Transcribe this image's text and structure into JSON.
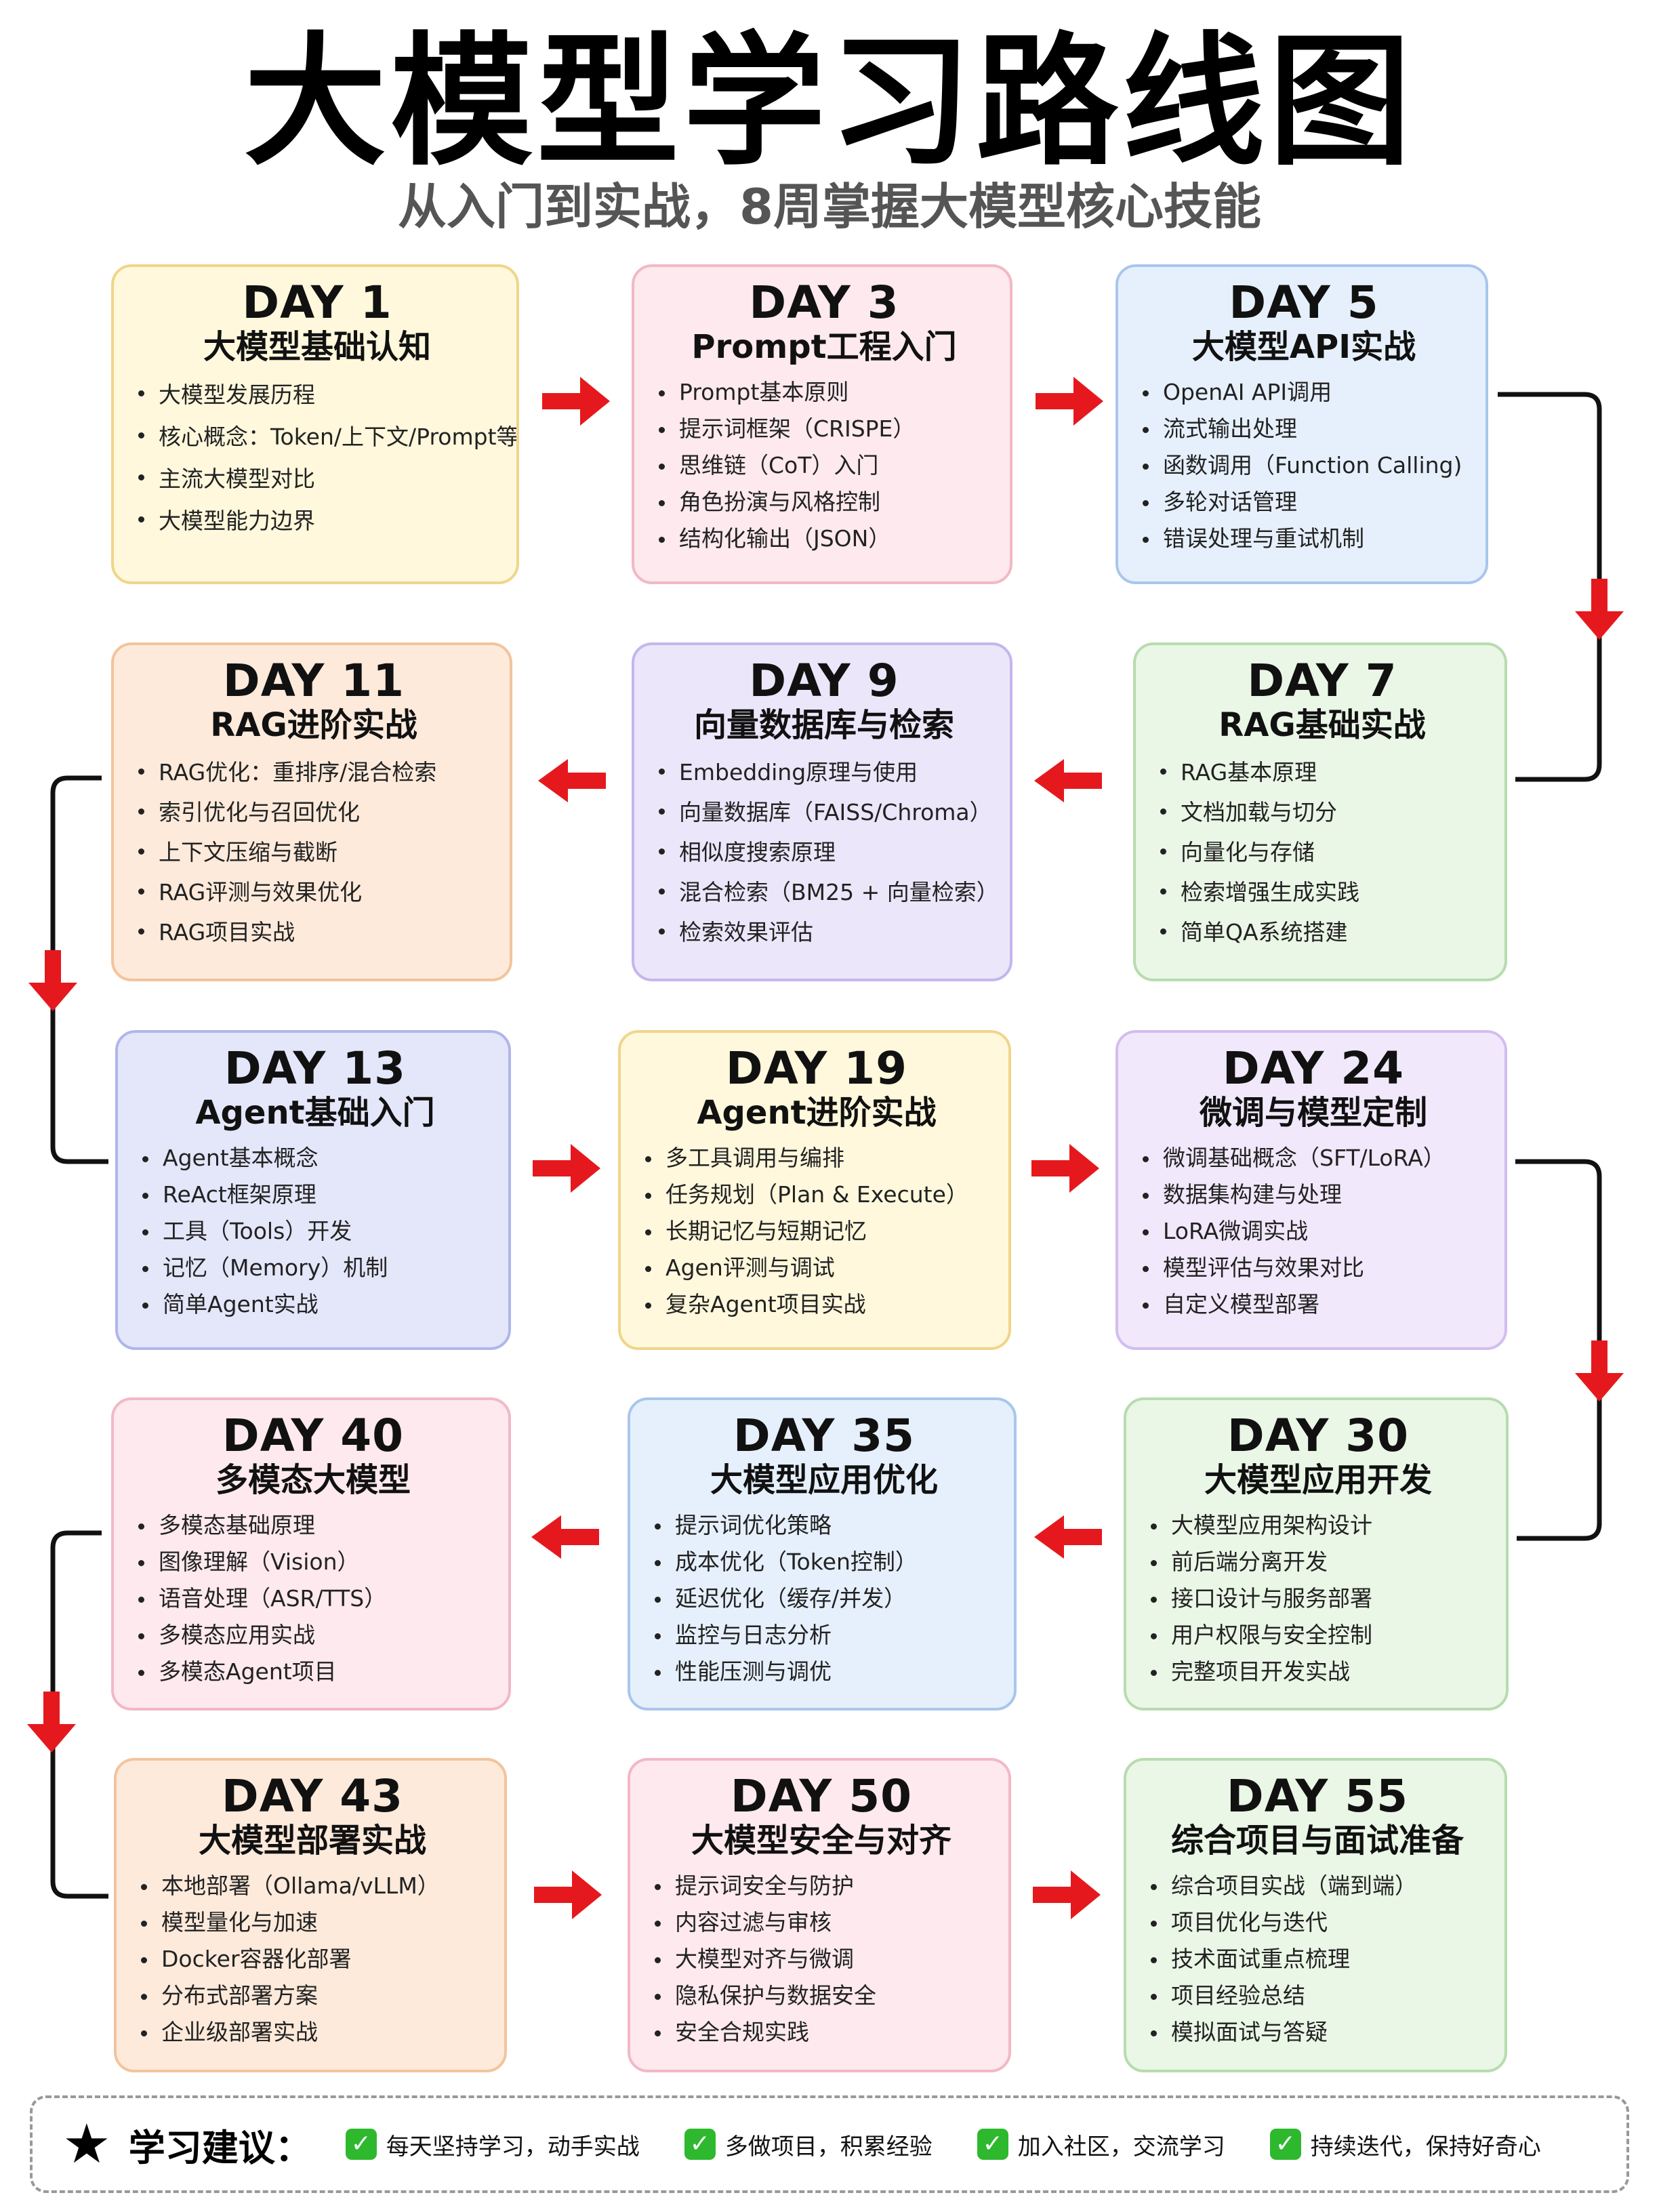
{
  "header": {
    "title": "大模型学习路线图",
    "subtitle": "从入门到实战，8周掌握大模型核心技能"
  },
  "cards": [
    {
      "day": "DAY 1",
      "title": "大模型基础认知",
      "items": [
        "大模型发展历程",
        "核心概念：Token/上下文/Prompt等",
        "主流大模型对比",
        "大模型能力边界"
      ]
    },
    {
      "day": "DAY 3",
      "title": "Prompt工程入门",
      "items": [
        "Prompt基本原则",
        "提示词框架（CRISPE）",
        "思维链（CoT）入门",
        "角色扮演与风格控制",
        "结构化输出（JSON）"
      ]
    },
    {
      "day": "DAY 5",
      "title": "大模型API实战",
      "items": [
        "OpenAI API调用",
        "流式输出处理",
        "函数调用（Function Calling)",
        "多轮对话管理",
        "错误处理与重试机制"
      ]
    },
    {
      "day": "DAY 11",
      "title": "RAG进阶实战",
      "items": [
        "RAG优化：重排序/混合检索",
        "索引优化与召回优化",
        "上下文压缩与截断",
        "RAG评测与效果优化",
        "RAG项目实战"
      ]
    },
    {
      "day": "DAY 9",
      "title": "向量数据库与检索",
      "items": [
        "Embedding原理与使用",
        "向量数据库（FAISS/Chroma）",
        "相似度搜索原理",
        "混合检索（BM25 + 向量检索）",
        "检索效果评估"
      ]
    },
    {
      "day": "DAY 7",
      "title": "RAG基础实战",
      "items": [
        "RAG基本原理",
        "文档加载与切分",
        "向量化与存储",
        "检索增强生成实践",
        "简单QA系统搭建"
      ]
    },
    {
      "day": "DAY 13",
      "title": "Agent基础入门",
      "items": [
        "Agent基本概念",
        "ReAct框架原理",
        "工具（Tools）开发",
        "记忆（Memory）机制",
        "简单Agent实战"
      ]
    },
    {
      "day": "DAY 19",
      "title": "Agent进阶实战",
      "items": [
        "多工具调用与编排",
        "任务规划（Plan & Execute）",
        "长期记忆与短期记忆",
        "Agen评测与调试",
        "复杂Agent项目实战"
      ]
    },
    {
      "day": "DAY 24",
      "title": "微调与模型定制",
      "items": [
        "微调基础概念（SFT/LoRA）",
        "数据集构建与处理",
        "LoRA微调实战",
        "模型评估与效果对比",
        "自定义模型部署"
      ]
    },
    {
      "day": "DAY 40",
      "title": "多模态大模型",
      "items": [
        "多模态基础原理",
        "图像理解（Vision）",
        "语音处理（ASR/TTS）",
        "多模态应用实战",
        "多模态Agent项目"
      ]
    },
    {
      "day": "DAY 35",
      "title": "大模型应用优化",
      "items": [
        "提示词优化策略",
        "成本优化（Token控制）",
        "延迟优化（缓存/并发）",
        "监控与日志分析",
        "性能压测与调优"
      ]
    },
    {
      "day": "DAY 30",
      "title": "大模型应用开发",
      "items": [
        "大模型应用架构设计",
        "前后端分离开发",
        "接口设计与服务部署",
        "用户权限与安全控制",
        "完整项目开发实战"
      ]
    },
    {
      "day": "DAY 43",
      "title": "大模型部署实战",
      "items": [
        "本地部署（Ollama/vLLM）",
        "模型量化与加速",
        "Docker容器化部署",
        "分布式部署方案",
        "企业级部署实战"
      ]
    },
    {
      "day": "DAY 50",
      "title": "大模型安全与对齐",
      "items": [
        "提示词安全与防护",
        "内容过滤与审核",
        "大模型对齐与微调",
        "隐私保护与数据安全",
        "安全合规实践"
      ]
    },
    {
      "day": "DAY 55",
      "title": "综合项目与面试准备",
      "items": [
        "综合项目实战（端到端）",
        "项目优化与迭代",
        "技术面试重点梳理",
        "项目经验总结",
        "模拟面试与答疑"
      ]
    }
  ],
  "tips": {
    "icon": "star-icon",
    "label": "学习建议：",
    "items": [
      "每天坚持学习，动手实战",
      "多做项目，积累经验",
      "加入社区，交流学习",
      "持续迭代，保持好奇心"
    ]
  },
  "colors": {
    "arrow": "#e5191d",
    "connector": "#111111",
    "check": "#2eb82e"
  }
}
